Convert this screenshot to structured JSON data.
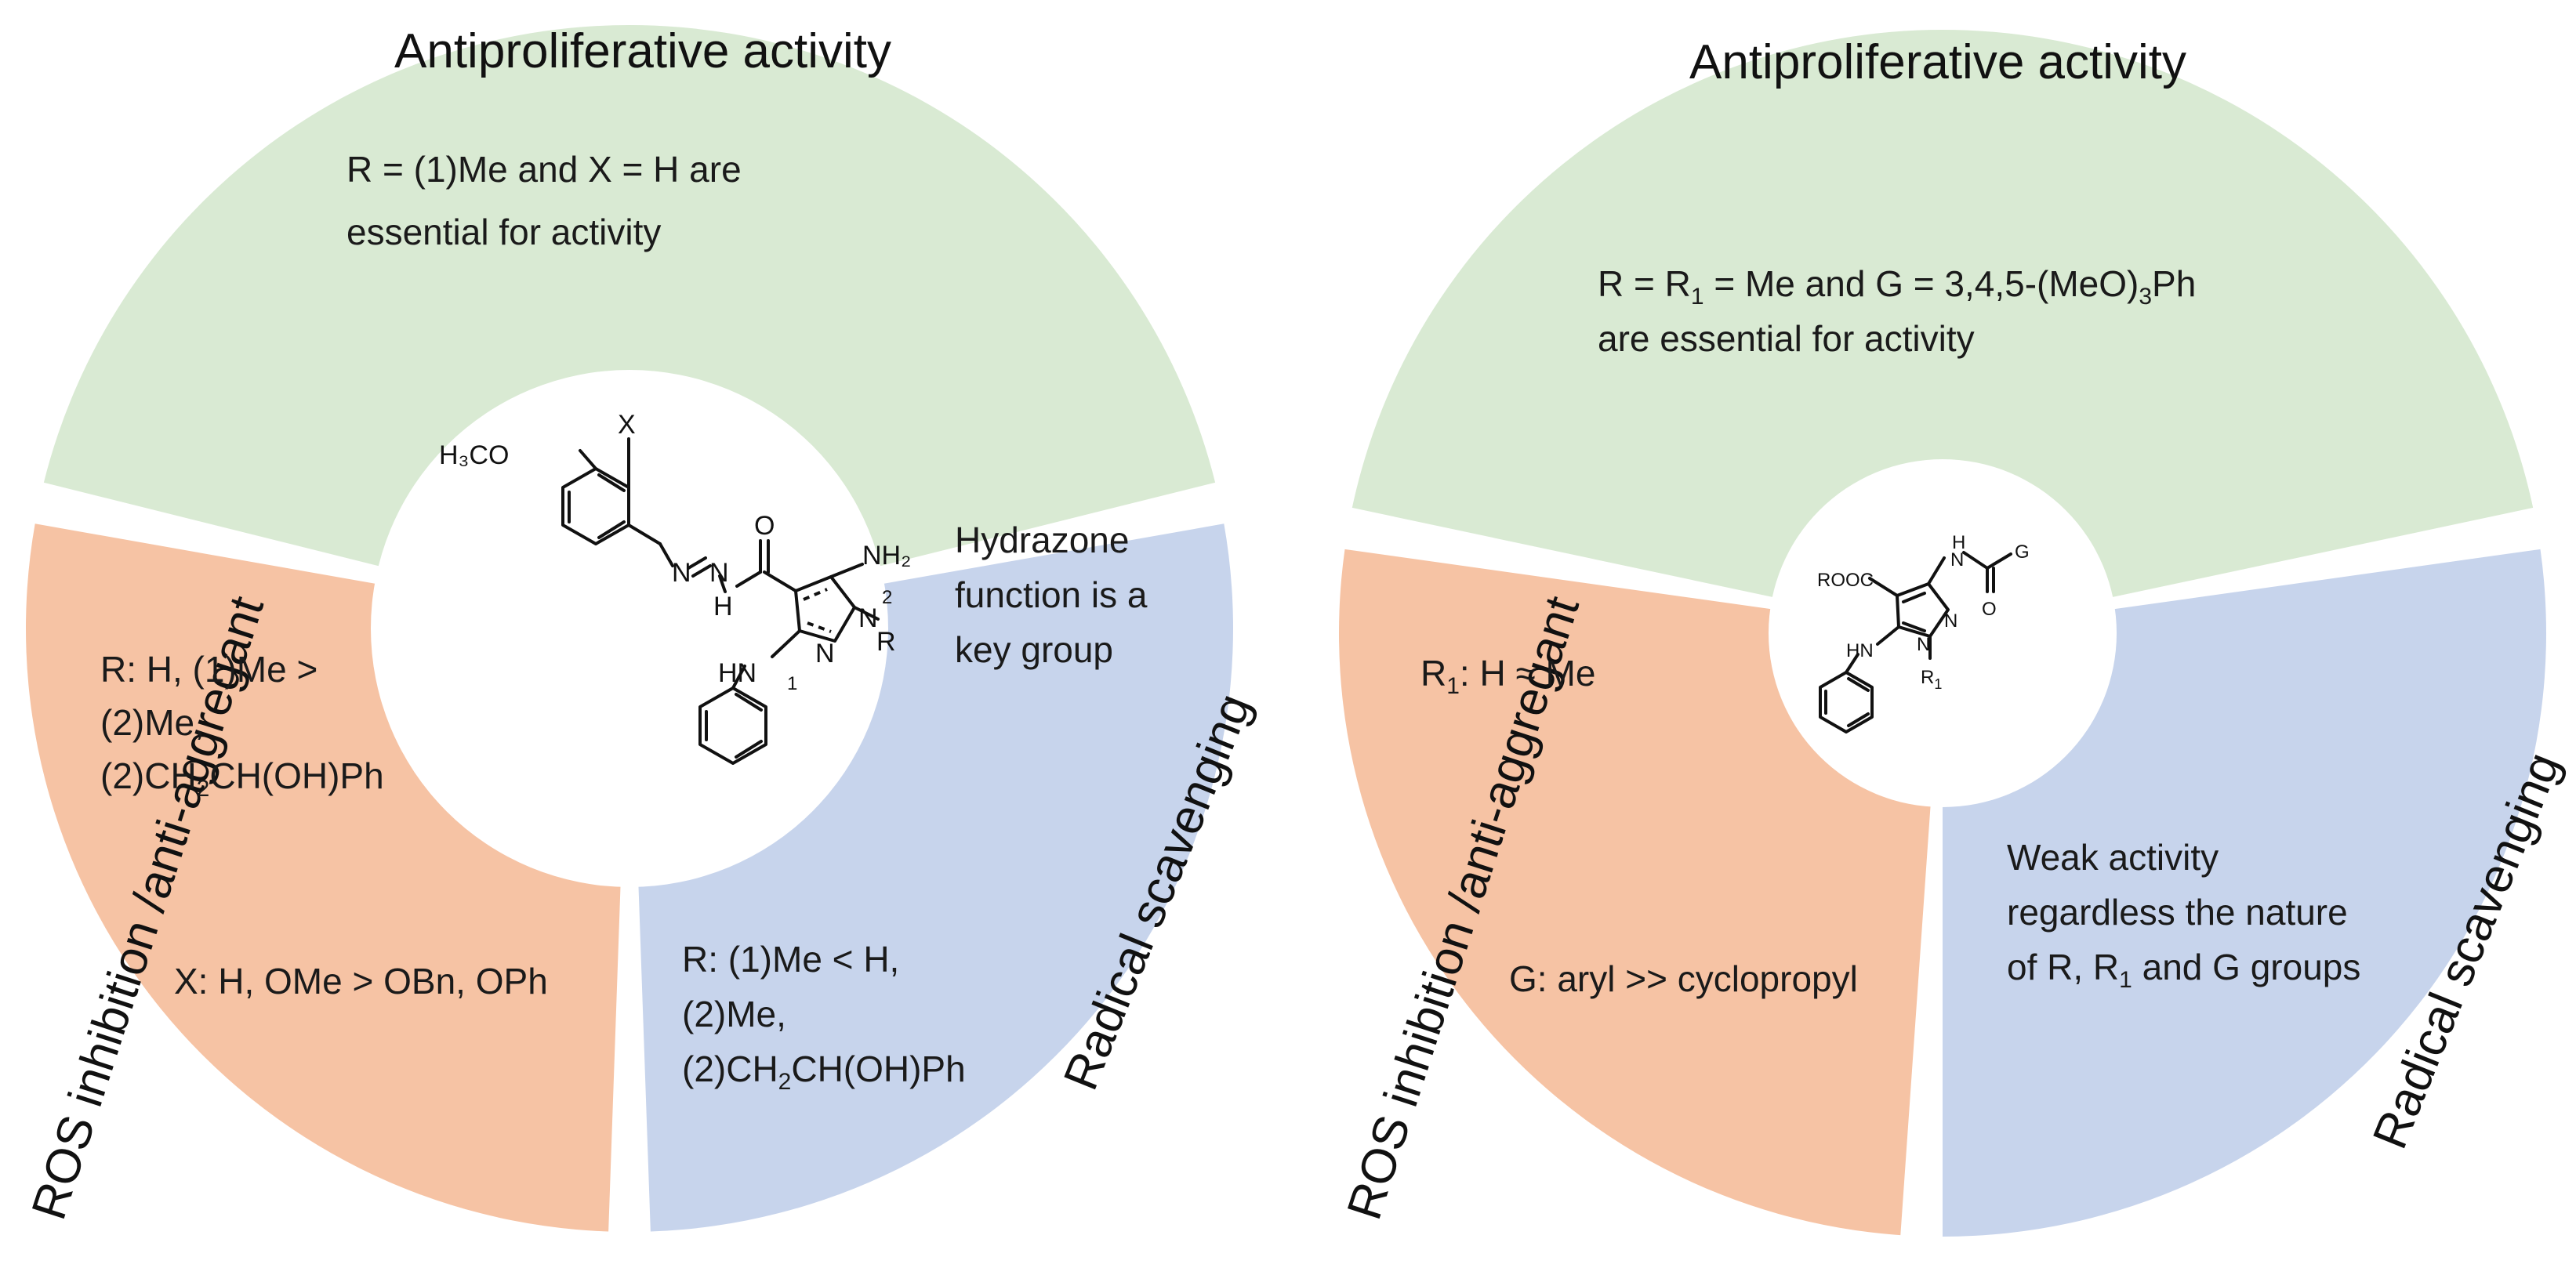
{
  "colors": {
    "antiproliferative": "#d9ead3",
    "ros": "#f6c3a4",
    "radical": "#c7d4ec",
    "center": "#ffffff"
  },
  "left": {
    "title_top": "Antiproliferative activity",
    "title_left": "ROS inhibition /anti-aggregant",
    "title_right": "Radical scavenging",
    "green_text": [
      "R = (1)Me and X = H  are",
      "essential for activity"
    ],
    "orange_text_1": [
      "R: H, (1)Me >",
      "(2)Me,"
    ],
    "orange_text_1_ch": {
      "pre": "(2)CH",
      "sub": "2",
      "post": "CH(OH)Ph"
    },
    "orange_text_2": "X: H, OMe > OBn, OPh",
    "blue_text_1": [
      "Hydrazone",
      "function is a",
      "key group"
    ],
    "blue_text_2": [
      "R: (1)Me <  H,",
      "(2)Me,"
    ],
    "blue_text_2_ch": {
      "pre": "(2)CH",
      "sub": "2",
      "post": "CH(OH)Ph"
    },
    "structure": {
      "h3co": "H₃CO",
      "x": "X",
      "n": "N",
      "h": "H",
      "o": "O",
      "nh2": "NH₂",
      "hn": "HN",
      "r": "R",
      "n1": "1",
      "n2": "2"
    }
  },
  "right": {
    "title_top": "Antiproliferative activity",
    "title_left": "ROS inhibition /anti-aggregant",
    "title_right": "Radical scavenging",
    "green_line1": {
      "a": "R = R",
      "sub": "1",
      "b": " = Me and G = 3,4,5-(MeO)",
      "sub2": "3",
      "c": "Ph"
    },
    "green_line2": "are essential for activity",
    "orange_text_1": {
      "a": "R",
      "sub": "1",
      "b": ": H ≈ Me"
    },
    "orange_text_2": "G: aryl >> cyclopropyl",
    "blue_text_1": "Weak activity",
    "blue_text_2": "regardless the nature",
    "blue_text_3": {
      "a": "of R, R",
      "sub": "1",
      "b": " and G groups"
    },
    "structure": {
      "rooc": "ROOC",
      "h": "H",
      "n": "N",
      "g": "G",
      "o": "O",
      "hn": "HN",
      "r1": "R",
      "r1sub": "1"
    }
  }
}
